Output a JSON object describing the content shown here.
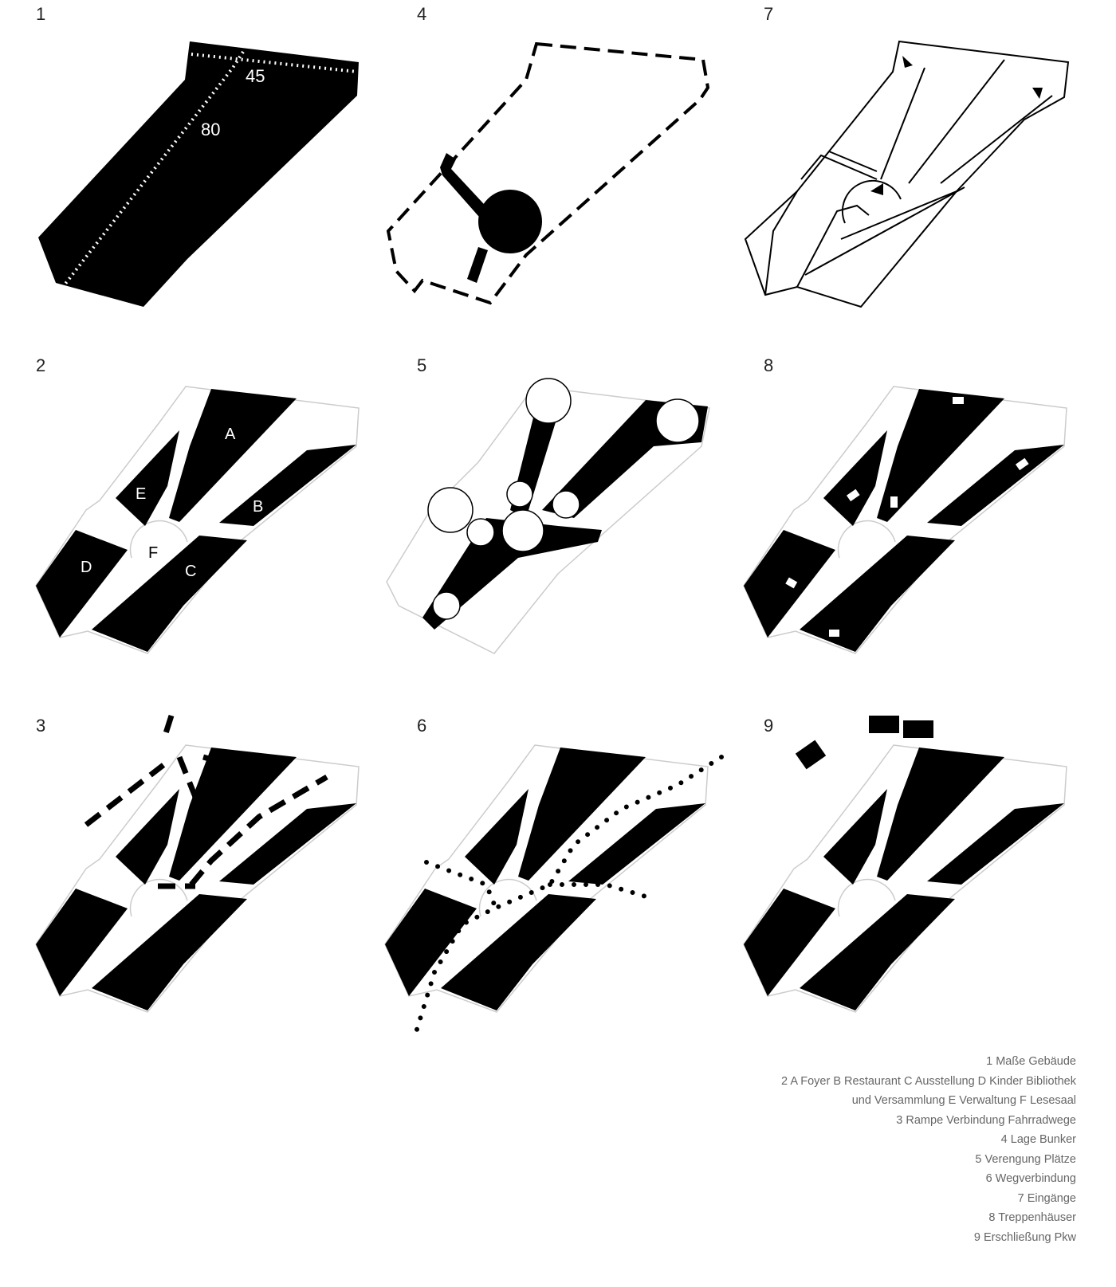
{
  "panels": [
    {
      "number": "1",
      "dims": [
        "45",
        "80"
      ]
    },
    {
      "number": "2",
      "zones": [
        "A",
        "B",
        "C",
        "D",
        "E",
        "F"
      ]
    },
    {
      "number": "3"
    },
    {
      "number": "4"
    },
    {
      "number": "5"
    },
    {
      "number": "6"
    },
    {
      "number": "7"
    },
    {
      "number": "8"
    },
    {
      "number": "9"
    }
  ],
  "legend": [
    "1 Maße Gebäude",
    "2 A Foyer B Restaurant C Ausstellung D Kinder Bibliothek",
    "und Versammlung E Verwaltung F Lesesaal",
    "3 Rampe Verbindung Fahrradwege",
    "4 Lage Bunker",
    "5 Verengung Plätze",
    "6 Wegverbindung",
    "7 Eingänge",
    "8 Treppenhäuser",
    "9 Erschließung Pkw"
  ]
}
